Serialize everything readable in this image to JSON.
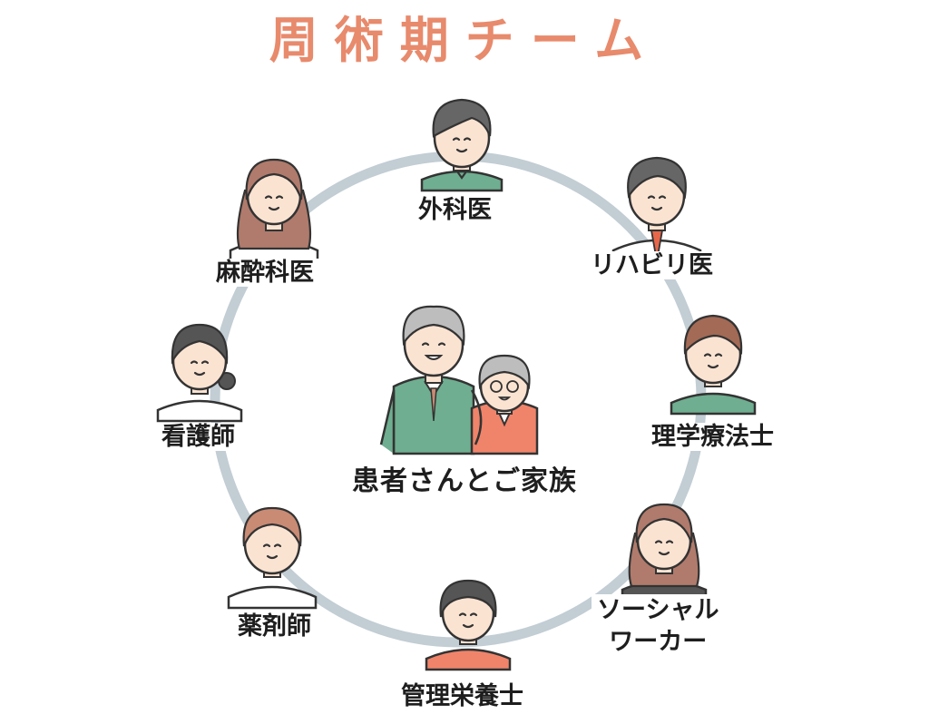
{
  "title": "周術期チーム",
  "center": "患者さんとご家族",
  "members": [
    {
      "id": "surgeon",
      "label": "外科医"
    },
    {
      "id": "rehab-doctor",
      "label": "リハビリ医"
    },
    {
      "id": "physical-therapist",
      "label": "理学療法士"
    },
    {
      "id": "social-worker",
      "label_line1": "ソーシャル",
      "label_line2": "ワーカー"
    },
    {
      "id": "dietitian",
      "label": "管理栄養士"
    },
    {
      "id": "pharmacist",
      "label": "薬剤師"
    },
    {
      "id": "nurse",
      "label": "看護師"
    },
    {
      "id": "anesthesiologist",
      "label": "麻酔科医"
    }
  ],
  "colors": {
    "title": "#e88a6c",
    "ring": "#c2cdd4",
    "green": "#6fae90",
    "skin": "#fbe3d2",
    "text": "#1e1e1e"
  }
}
